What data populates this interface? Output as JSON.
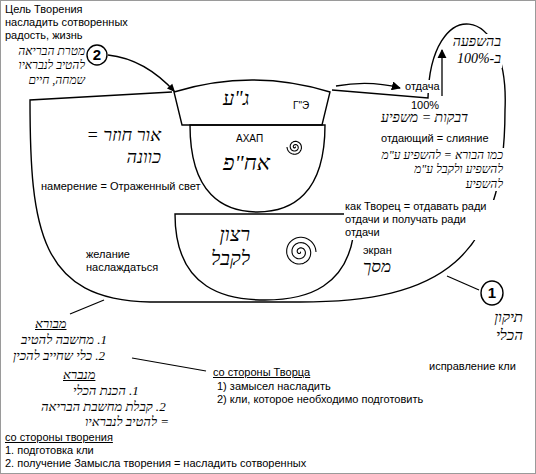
{
  "diagram": {
    "nodes": [
      {
        "text": [
          "2"
        ]
      },
      {
        "text": [
          "אור חוזר = כוונה",
          "намерение = Отраженный свет",
          "желание наслаждаться"
        ]
      },
      {
        "text": [
          "ג\"ע",
          "Г\"Э"
        ],
        "in": 1
      },
      {
        "text": [
          "АХАП",
          "אח\"פ"
        ],
        "in": 1
      },
      {
        "text": [
          "רצון לקבל"
        ],
        "in": 1
      },
      {
        "text": [
          "1"
        ]
      }
    ],
    "edges": [
      {
        "from": 0,
        "to": 2,
        "arrow": "to"
      }
    ],
    "labels": [
      "Цель Творения насладить сотворенных радость, жизнь",
      "מטרת הבריאה להטיב לנבראיו שמחה, חיים",
      "отдача",
      "100%",
      "בהשפעה ב-100%",
      "דבקות = משפיע",
      "отдающий = слияние",
      "כמו הבורא = להשפיע ע\"מ להשפיע ולקבל ע\"מ להשפיע",
      "как Творец = отдавать ради отдачи и получать ради отдачи",
      "экран",
      "מסך",
      "исправление кли",
      "תיקון הכלי",
      "со стороны Творца",
      "1) замысел насладить",
      "2) кли, которое необходимо подготовить",
      "מבורא",
      "1. מחשבה להטיב",
      "2. כלי שחייב להכין",
      "מנברא",
      "1. הכנת הכלי",
      "2. קבלת מחשבת הבריאה",
      "= להטיב לנבראיו",
      "со стороны творения",
      "1. подготовка кли",
      "2. получение Замысла творения = насладить сотворенных"
    ]
  }
}
